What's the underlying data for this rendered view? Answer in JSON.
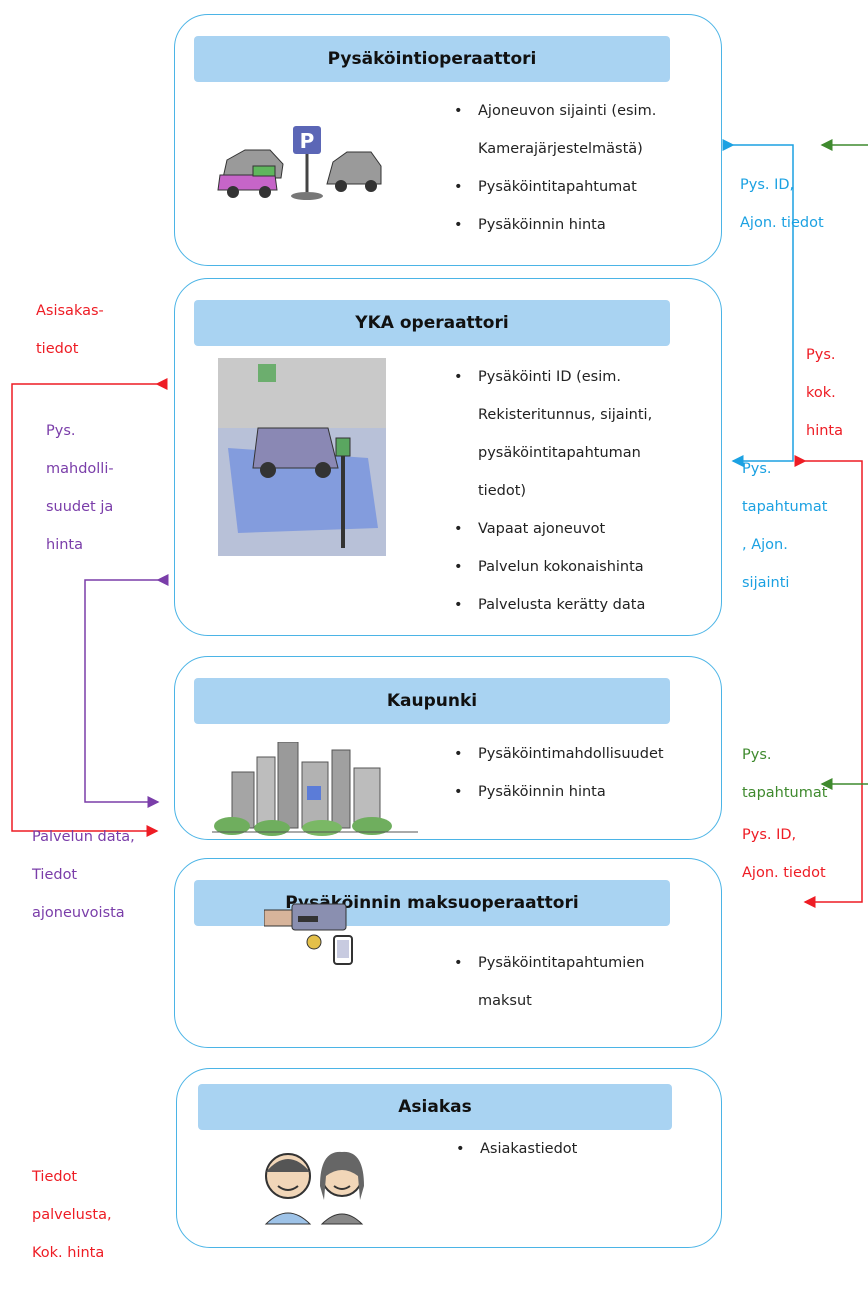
{
  "boxes": [
    {
      "title": "Pysäköintioperaattori",
      "items": [
        "Ajoneuvon sijainti (esim.\nKamerajärjestelmästä)",
        "Pysäköintitapahtumat",
        "Pysäköinnin hinta"
      ]
    },
    {
      "title": "YKA operaattori",
      "items": [
        "Pysäköinti ID (esim.\nRekisteritunnus, sijainti,\npysäköintitapahtuman\ntiedot)",
        "Vapaat ajoneuvot",
        "Palvelun kokonaishinta",
        "Palvelusta kerätty data"
      ]
    },
    {
      "title": "Kaupunki",
      "items": [
        "Pysäköintimahdollisuudet",
        "Pysäköinnin hinta"
      ]
    },
    {
      "title": "Pysäköinnin maksuoperaattori",
      "items": [
        "Pysäköintitapahtumien\nmaksut"
      ]
    },
    {
      "title": "Asiakas",
      "items": [
        "Asiakastiedot"
      ]
    }
  ],
  "labels": {
    "asiakastiedot": "Asisakas-\ntiedot",
    "pys_mahdollisuudet": "Pys.\nmahdolli-\nsuudet ja\nhinta",
    "palvelun_data": "Palvelun data,\nTiedot\najoneuvoista",
    "tiedot_palvelusta": "Tiedot\npalvelusta,\nKok. hinta",
    "pys_id_blue": "Pys. ID,\nAjon. tiedot",
    "pys_kok_hinta": "Pys.\nkok.\nhinta",
    "pys_tapahtumat_blue": "Pys.\ntapahtumat\n, Ajon.\nsijainti",
    "pys_id_red": "Pys. ID,\nAjon. tiedot",
    "pys_tapahtumat_green": "Pys.\ntapahtumat"
  },
  "colors": {
    "red": "#ee1c24",
    "blue": "#1ba1e2",
    "purple": "#7a3da9",
    "green": "#3f8a2e",
    "box_border": "#4bb4e6",
    "header_fill": "#a9d3f2"
  }
}
